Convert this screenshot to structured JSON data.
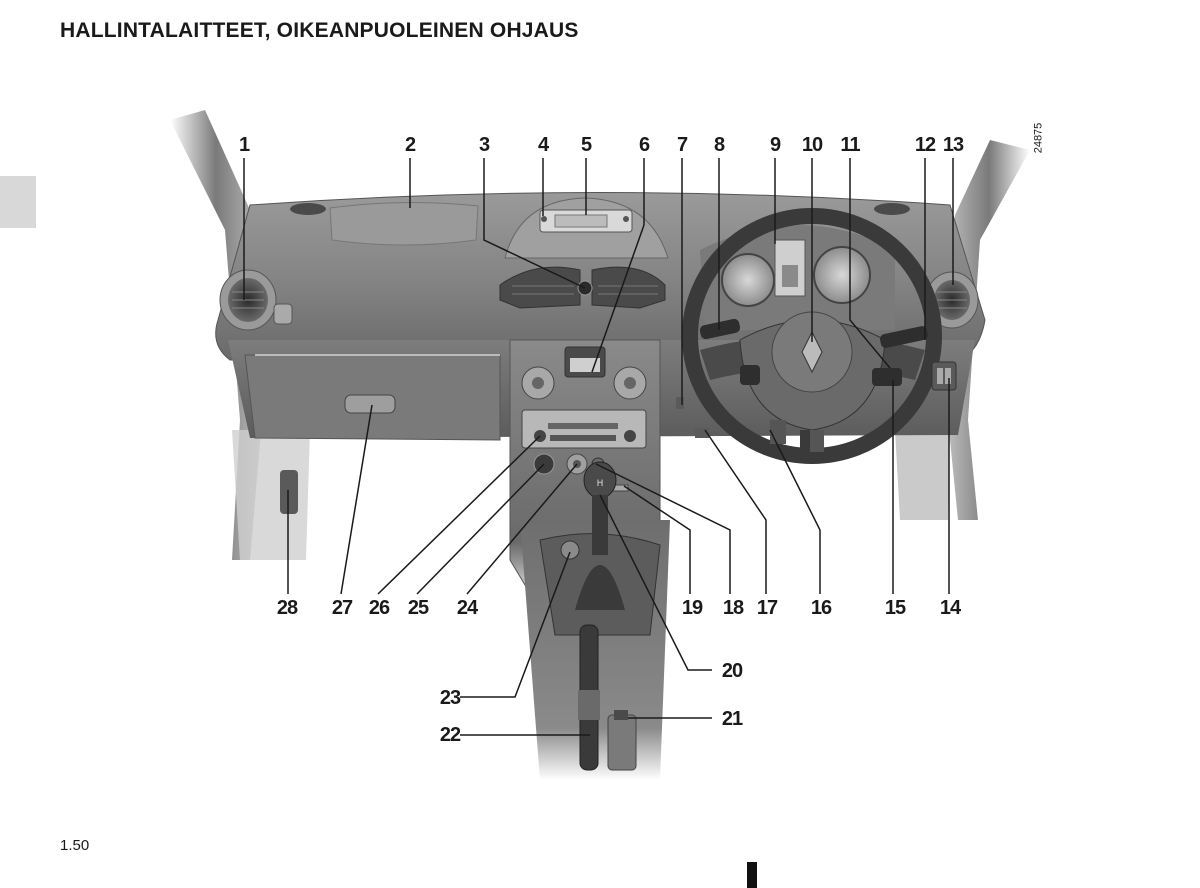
{
  "page": {
    "title": "HALLINTALAITTEET, OIKEANPUOLEINEN OHJAUS",
    "page_number": "1.50",
    "figure_ref": "24875"
  },
  "callouts": {
    "c1": "1",
    "c2": "2",
    "c3": "3",
    "c4": "4",
    "c5": "5",
    "c6": "6",
    "c7": "7",
    "c8": "8",
    "c9": "9",
    "c10": "10",
    "c11": "11",
    "c12": "12",
    "c13": "13",
    "c14": "14",
    "c15": "15",
    "c16": "16",
    "c17": "17",
    "c18": "18",
    "c19": "19",
    "c20": "20",
    "c21": "21",
    "c22": "22",
    "c23": "23",
    "c24": "24",
    "c25": "25",
    "c26": "26",
    "c27": "27",
    "c28": "28"
  },
  "colors": {
    "dash_dark": "#6e6e6e",
    "dash_mid": "#8c8c8c",
    "dash_light": "#b4b4b4",
    "wheel": "#3a3a3a",
    "leader": "#1a1a1a"
  }
}
